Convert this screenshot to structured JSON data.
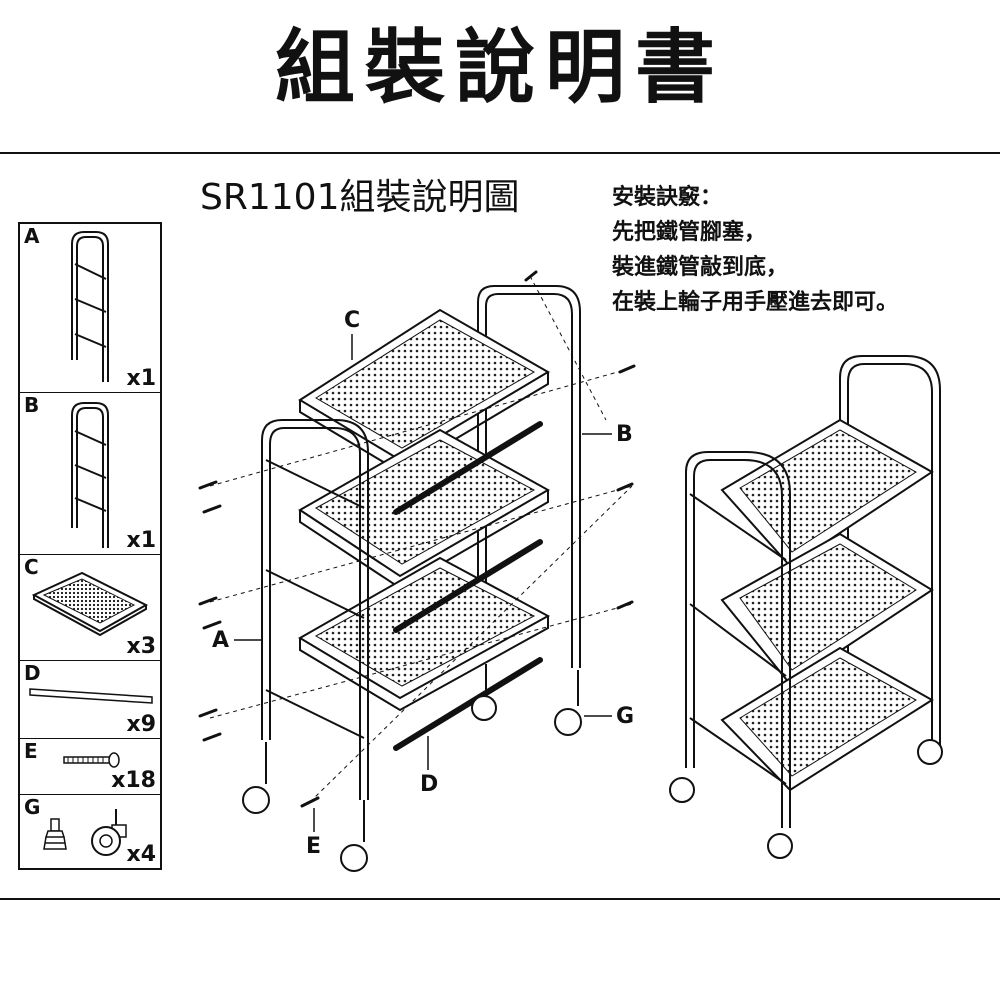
{
  "page_title": "組裝說明書",
  "diagram_title": "SR1101組裝說明圖",
  "tips": [
    "安裝訣竅：",
    "先把鐵管腳塞，",
    "裝進鐵管敲到底，",
    "在裝上輪子用手壓進去即可。"
  ],
  "parts": [
    {
      "letter": "A",
      "qty": "x1"
    },
    {
      "letter": "B",
      "qty": "x1"
    },
    {
      "letter": "C",
      "qty": "x3"
    },
    {
      "letter": "D",
      "qty": "x9"
    },
    {
      "letter": "E",
      "qty": "x18"
    },
    {
      "letter": "G",
      "qty": "x4"
    }
  ],
  "callouts": {
    "a": "A",
    "b": "B",
    "c": "C",
    "d": "D",
    "e": "E",
    "g": "G"
  }
}
